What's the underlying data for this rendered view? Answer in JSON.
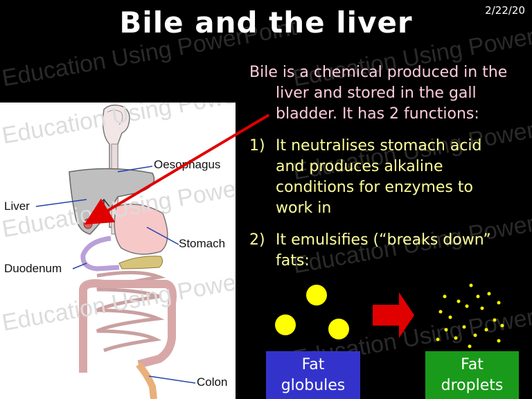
{
  "slide": {
    "title": "Bile and the liver",
    "date": "2/22/20",
    "watermark": "Education Using PowerPoint"
  },
  "intro": {
    "line1": "Bile is a chemical produced in the",
    "line2": "liver and stored in the gall",
    "line3": "bladder.  It has 2 functions:"
  },
  "functions": [
    {
      "num": "1)",
      "lines": [
        "It neutralises stomach acid",
        "and produces alkaline",
        "conditions for enzymes to",
        "work in"
      ]
    },
    {
      "num": "2)",
      "lines": [
        "It emulsifies (“breaks down”",
        "fats:"
      ]
    }
  ],
  "diagram_labels": {
    "oesophagus": "Oesophagus",
    "liver": "Liver",
    "stomach": "Stomach",
    "duodenum": "Duodenum",
    "colon": "Colon"
  },
  "boxes": {
    "left": {
      "line1": "Fat",
      "line2": "globules",
      "color": "#3333cc"
    },
    "right": {
      "line1": "Fat",
      "line2": "droplets",
      "color": "#1a9a1a"
    }
  },
  "colors": {
    "intro_text": "#ffccdd",
    "function_text": "#ffff99",
    "arrow": "#e00000",
    "fat": "#ffff00"
  }
}
